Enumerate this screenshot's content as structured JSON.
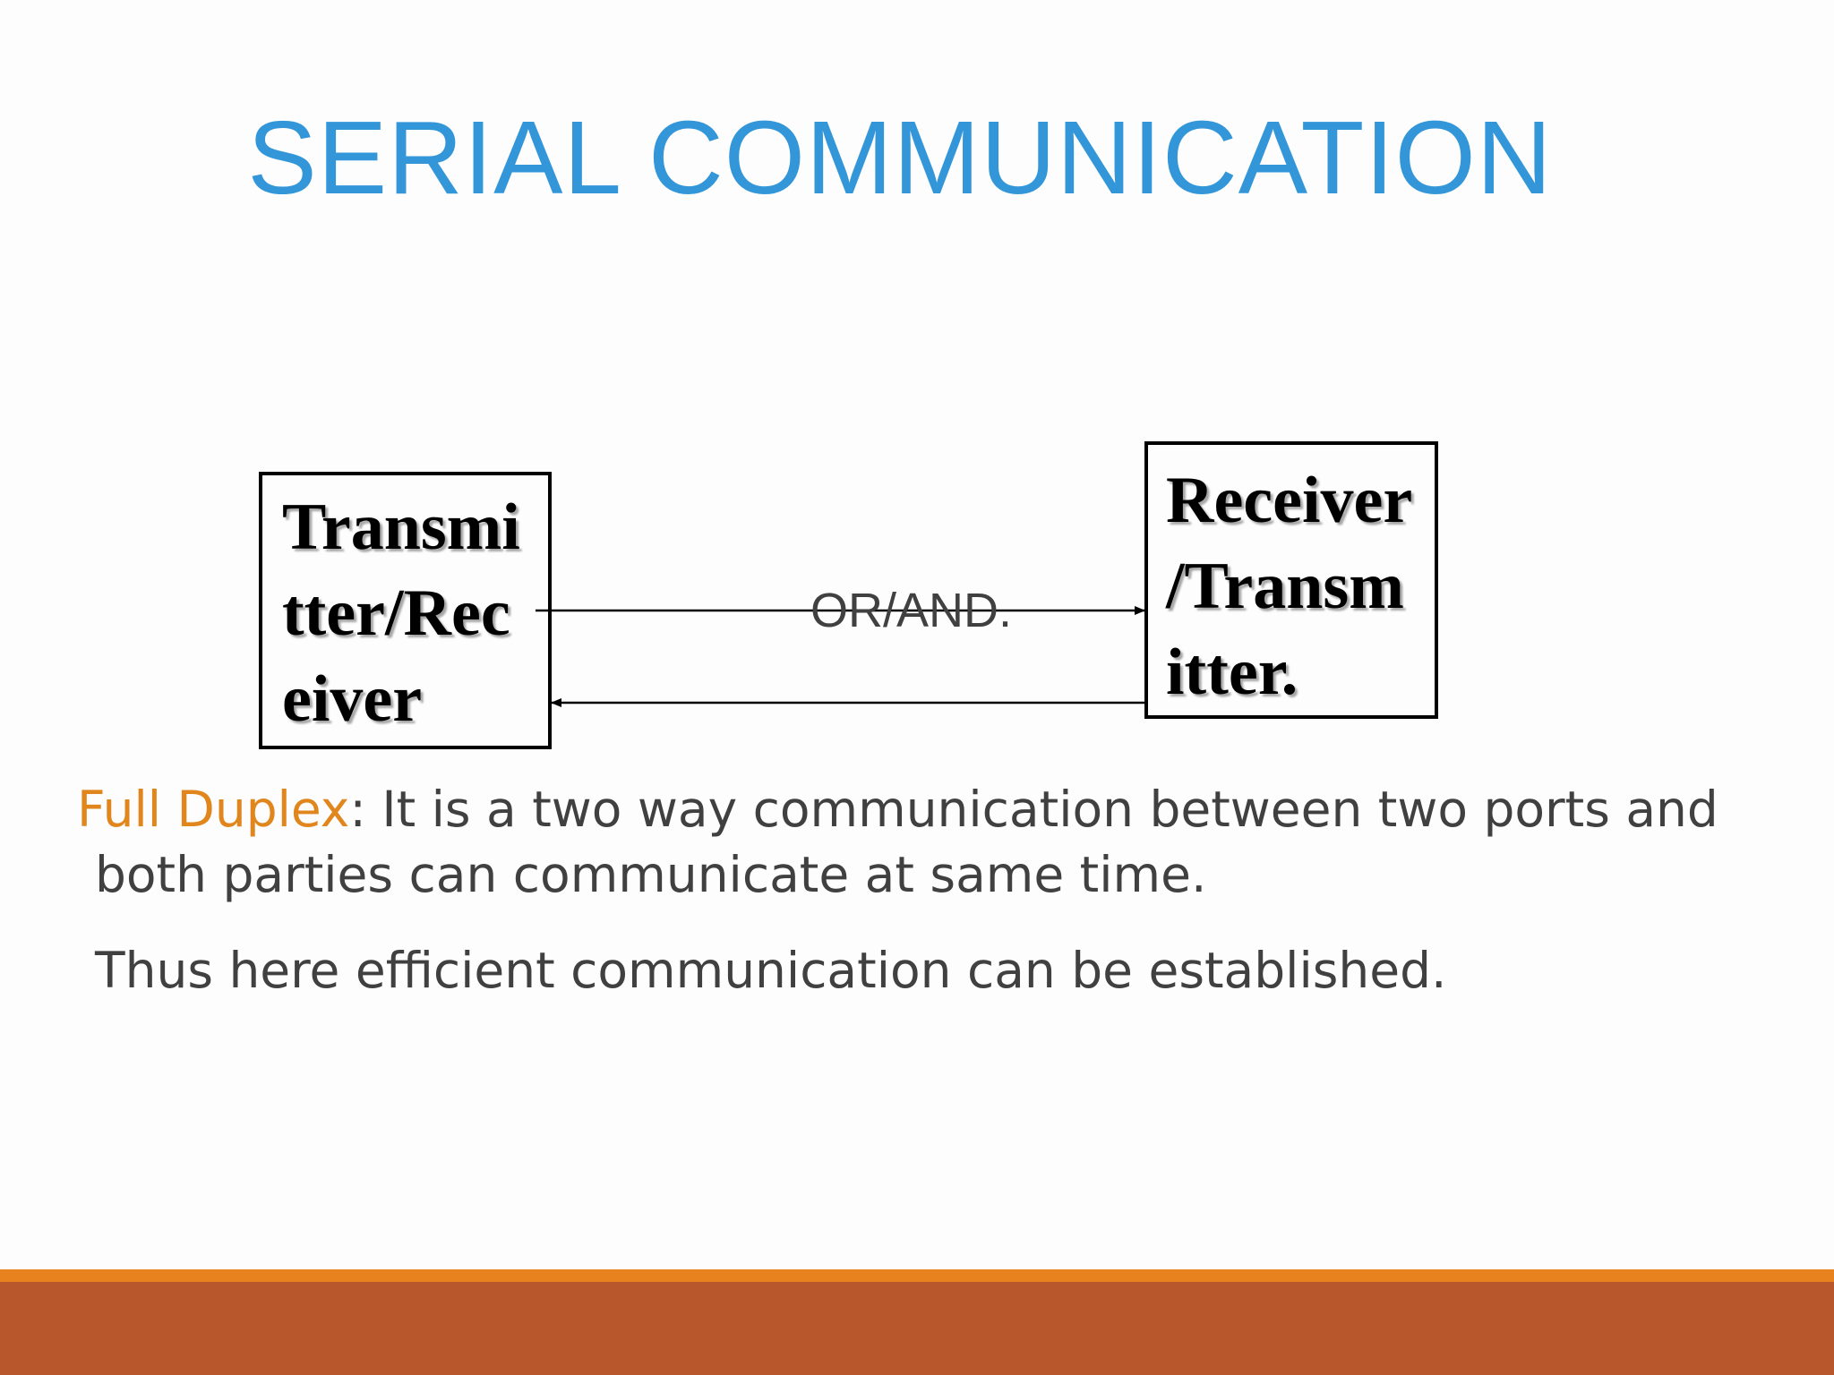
{
  "slide": {
    "title": "SERIAL COMMUNICATION"
  },
  "diagram": {
    "left_box": {
      "lines": [
        "Transmi",
        "tter/Rec",
        "eiver"
      ]
    },
    "right_box": {
      "lines": [
        "Receiver",
        "/Transm",
        "itter."
      ]
    },
    "connector_label": "OR/AND.",
    "arrows": [
      {
        "from": "left_box",
        "to": "right_box"
      },
      {
        "from": "right_box",
        "to": "left_box"
      }
    ]
  },
  "body": {
    "term": "Full Duplex",
    "definition_line1": ": It is a two way communication between two ports and",
    "definition_line2": "both  parties can communicate at same time.",
    "conclusion": "Thus here efficient communication can be established."
  },
  "colors": {
    "title": "#3296d9",
    "term": "#e0861d",
    "body_text": "#404040",
    "footer_line": "#e8821e",
    "footer_bar": "#b8562c"
  }
}
